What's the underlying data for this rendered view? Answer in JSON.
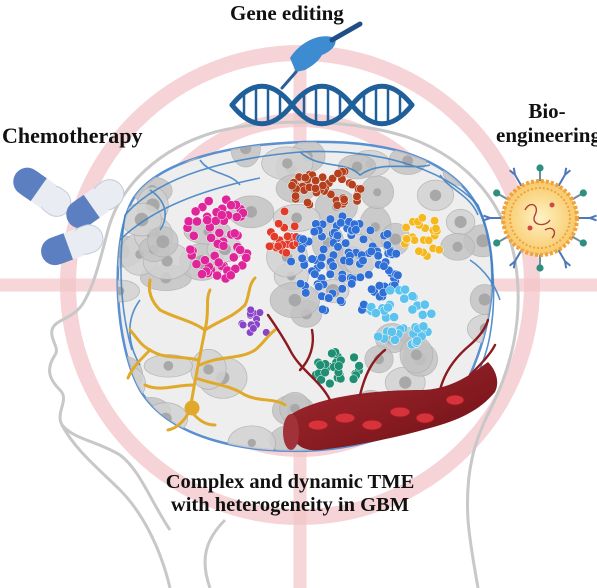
{
  "labels": {
    "gene_editing": "Gene editing",
    "chemotherapy": "Chemotherapy",
    "bioengineering_line1": "Bio-",
    "bioengineering_line2": "engineering",
    "tme_line1": "Complex and dynamic TME",
    "tme_line2": "with heterogeneity in GBM"
  },
  "colors": {
    "crosshair": "#f2c4c8",
    "head_outline": "#c8c8c8",
    "vessel_blue": "#3a7fc4",
    "pill_blue": "#5b7fc0",
    "pill_white": "#e9edf3",
    "dna_blue": "#1f5f9a",
    "hand_blue": "#3d8bd0",
    "nanoparticle_orange": "#f2a23a",
    "nanoparticle_yellow": "#f7d46a",
    "antibody_blue": "#4e78b8",
    "antibody_teal": "#2f8f7f",
    "cluster_magenta": "#e0259a",
    "cluster_brown": "#b5401e",
    "cluster_red": "#e23b2a",
    "cluster_blue": "#2f6fd6",
    "cluster_yellow": "#f5b91f",
    "cluster_lightblue": "#5bc3ee",
    "cluster_purple": "#8a44c8",
    "cluster_teal": "#1e8f72",
    "neuron_gold": "#e0a92a",
    "blood_vessel": "#8c1a20",
    "rbc": "#d8333a"
  },
  "icons": [
    "gene-editing-hand-icon",
    "dna-helix-icon",
    "capsule-pill-icon",
    "nanoparticle-icon",
    "antibody-icon",
    "neuron-icon",
    "blood-vessel-icon"
  ]
}
